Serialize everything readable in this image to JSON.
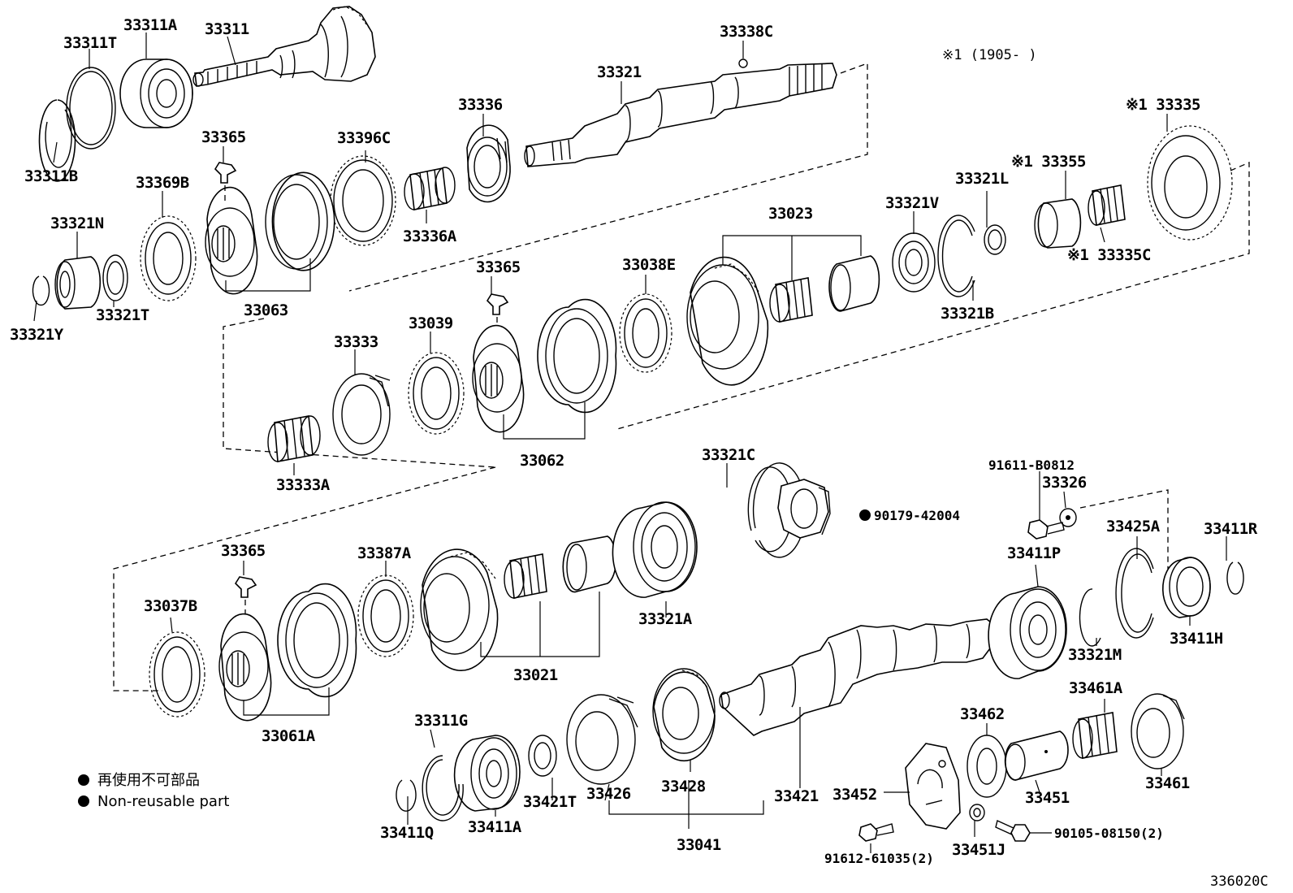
{
  "diagram": {
    "note": "※1 (1905-        )",
    "ref_code": "336020C",
    "legend": {
      "jp": "再使用不可部品",
      "en": "Non-reusable part"
    },
    "labels": {
      "p33311T": "33311T",
      "p33311A": "33311A",
      "p33311": "33311",
      "p33338C": "33338C",
      "p33321": "33321",
      "p33311B": "33311B",
      "p33365a": "33365",
      "p33396C": "33396C",
      "p33336": "33336",
      "p33369B": "33369B",
      "p33336A": "33336A",
      "p33321N": "33321N",
      "p33321Y": "33321Y",
      "p33321T": "33321T",
      "p33063": "33063",
      "p33335": "※1 33335",
      "p33355": "※1 33355",
      "p33321L": "33321L",
      "p33023": "33023",
      "p33321V": "33321V",
      "p33335C": "※1 33335C",
      "p33365b": "33365",
      "p33038E": "33038E",
      "p33321B": "33321B",
      "p33333": "33333",
      "p33039": "33039",
      "p33333A": "33333A",
      "p33062": "33062",
      "p33321C": "33321C",
      "p90179": "90179-42004",
      "p91611": "91611-B0812",
      "p33326": "33326",
      "p33365c": "33365",
      "p33387A": "33387A",
      "p33425A": "33425A",
      "p33411R": "33411R",
      "p33411P": "33411P",
      "p33037B": "33037B",
      "p33321A": "33321A",
      "p33321M": "33321M",
      "p33411H": "33411H",
      "p33021": "33021",
      "p33461A": "33461A",
      "p33061A": "33061A",
      "p33311G": "33311G",
      "p33462": "33462",
      "p33428": "33428",
      "p33421": "33421",
      "p33426": "33426",
      "p33421T": "33421T",
      "p33452": "33452",
      "p33451": "33451",
      "p33461": "33461",
      "p33411A": "33411A",
      "p33411Q": "33411Q",
      "p33041": "33041",
      "p90105": "90105-08150(2)",
      "p91612": "91612-61035(2)",
      "p33451J": "33451J"
    }
  }
}
